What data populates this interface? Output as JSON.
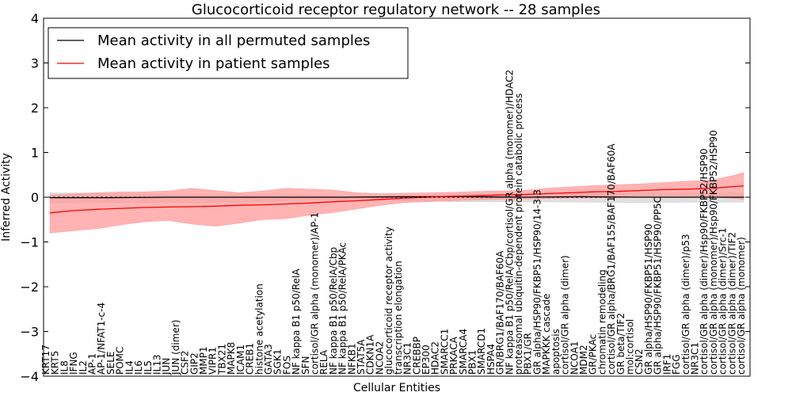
{
  "chart_data": {
    "type": "line",
    "title": "Glucocorticoid receptor regulatory network -- 28 samples",
    "xlabel": "Cellular Entities",
    "ylabel": "Inferred Activity",
    "ylim": [
      -4,
      4
    ],
    "yticks": [
      -4,
      -3,
      -2,
      -1,
      0,
      1,
      2,
      3,
      4
    ],
    "ytick_labels": [
      "−4",
      "−3",
      "−2",
      "−1",
      "0",
      "1",
      "2",
      "3",
      "4"
    ],
    "grid": false,
    "legend_position": "upper-left",
    "colors": {
      "permuted": "#000000",
      "patient": "#ff0000",
      "patient_band": "#ff9999",
      "permuted_band": "#cccccc"
    },
    "categories": [
      "KRT17",
      "KRT5",
      "IL8",
      "IFNG",
      "IL2",
      "AP-1",
      "AP-1/NFAT1-c-4",
      "SELE",
      "POMC",
      "IL4",
      "IL6",
      "IL5",
      "IL13",
      "JUN",
      "JUN (dimer)",
      "CSF2",
      "GIP2",
      "MMP1",
      "VIPR1",
      "TBX21",
      "MAPK8",
      "ICAM1",
      "CREB1",
      "histone acetylation",
      "GATA3",
      "SGK1",
      "FOS",
      "NF kappa B1 p50/RelA",
      "SFN",
      "cortisol/GR alpha (monomer)/AP-1",
      "RELA",
      "NF kappa B1 p50/RelA/Cbp",
      "NF kappa B1 p50/RelA/PKAc",
      "NFKB1",
      "STAT5A",
      "CDKN1A",
      "NCOA2",
      "glucocorticoid receptor activity",
      "transcription elongation",
      "NR3C1",
      "CREBBP",
      "EP300",
      "HDAC2",
      "SMARCC1",
      "PRKACA",
      "SMARCA4",
      "PBX1",
      "SMARCD1",
      "HSPA4",
      "GR/BRG1/BAF170/BAF60A",
      "NF kappa B1 p50/RelA/Cbp/cortisol/GR alpha (monomer)/HDAC2",
      "proteasomal ubiquitin-dependent protein catabolic process",
      "PBX1/GR",
      "GR alpha/HSP90/FKBP51/HSP90/14-3-3",
      "MAPKKK cascade",
      "apoptosis",
      "cortisol/GR alpha (dimer)",
      "NCOA1",
      "MDM2",
      "GR/PKAc",
      "chromatin remodeling",
      "cortisol/GR alpha/BRG1/BAF155/BAF170/BAF60A",
      "GR beta/TIF2",
      "mol:cortisol",
      "CSN2",
      "GR alpha/HSP90/FKBP51/HSP90",
      "GR alpha/HSP90/FKBP51/HSP90/PP5C",
      "IRF1",
      "FGG",
      "cortisol/GR alpha (dimer)/p53",
      "NR3C1",
      "cortisol/GR alpha (dimer)/Hsp90/FKBP52/HSP90",
      "cortisol/GR alpha (monomer)/Hsp90/FKBP52/HSP90",
      "cortisol/GR alpha (dimer)/Src-1",
      "cortisol/GR alpha (dimer)/TIF2",
      "cortisol/GR alpha (monomer)"
    ],
    "series": [
      {
        "name": "Mean activity in all permuted samples",
        "x": [
          0,
          15,
          30,
          45,
          60,
          75,
          90,
          105,
          120,
          135,
          150,
          165,
          176
        ],
        "values": [
          -0.01,
          -0.01,
          0.0,
          0.0,
          0.0,
          0.0,
          0.01,
          0.01,
          0.0,
          0.01,
          0.0,
          0.0,
          0.0
        ],
        "lower": [
          -0.13,
          -0.12,
          -0.12,
          -0.12,
          -0.08,
          -0.05,
          -0.08,
          -0.1,
          -0.1,
          -0.11,
          -0.12,
          -0.11,
          -0.11
        ],
        "upper": [
          0.1,
          0.08,
          0.06,
          0.06,
          0.06,
          0.03,
          0.03,
          0.06,
          0.07,
          0.08,
          0.09,
          0.1,
          0.1
        ]
      },
      {
        "name": "Mean activity in patient samples",
        "x": [
          0,
          6,
          12,
          18,
          24,
          30,
          36,
          42,
          48,
          54,
          60,
          66,
          72,
          78,
          84,
          90,
          96,
          102,
          108,
          114,
          120,
          126,
          132,
          138,
          144,
          150,
          156,
          162,
          168,
          174,
          176
        ],
        "values": [
          -0.35,
          -0.3,
          -0.27,
          -0.25,
          -0.23,
          -0.22,
          -0.21,
          -0.2,
          -0.18,
          -0.17,
          -0.15,
          -0.13,
          -0.1,
          -0.08,
          -0.05,
          -0.02,
          0.0,
          0.02,
          0.03,
          0.05,
          0.06,
          0.08,
          0.1,
          0.12,
          0.13,
          0.15,
          0.17,
          0.18,
          0.2,
          0.24,
          0.25
        ],
        "lower": [
          -0.8,
          -0.75,
          -0.7,
          -0.62,
          -0.55,
          -0.52,
          -0.6,
          -0.65,
          -0.58,
          -0.5,
          -0.48,
          -0.4,
          -0.34,
          -0.26,
          -0.18,
          -0.12,
          -0.1,
          -0.08,
          -0.06,
          -0.05,
          -0.04,
          -0.03,
          -0.02,
          -0.02,
          -0.01,
          0.0,
          0.0,
          0.01,
          0.0,
          -0.03,
          -0.05
        ],
        "upper": [
          0.05,
          0.08,
          0.1,
          0.12,
          0.12,
          0.14,
          0.2,
          0.15,
          0.1,
          0.14,
          0.2,
          0.18,
          0.16,
          0.1,
          0.08,
          0.09,
          0.1,
          0.11,
          0.13,
          0.14,
          0.15,
          0.2,
          0.23,
          0.26,
          0.28,
          0.3,
          0.33,
          0.36,
          0.38,
          0.5,
          0.55
        ]
      }
    ]
  }
}
